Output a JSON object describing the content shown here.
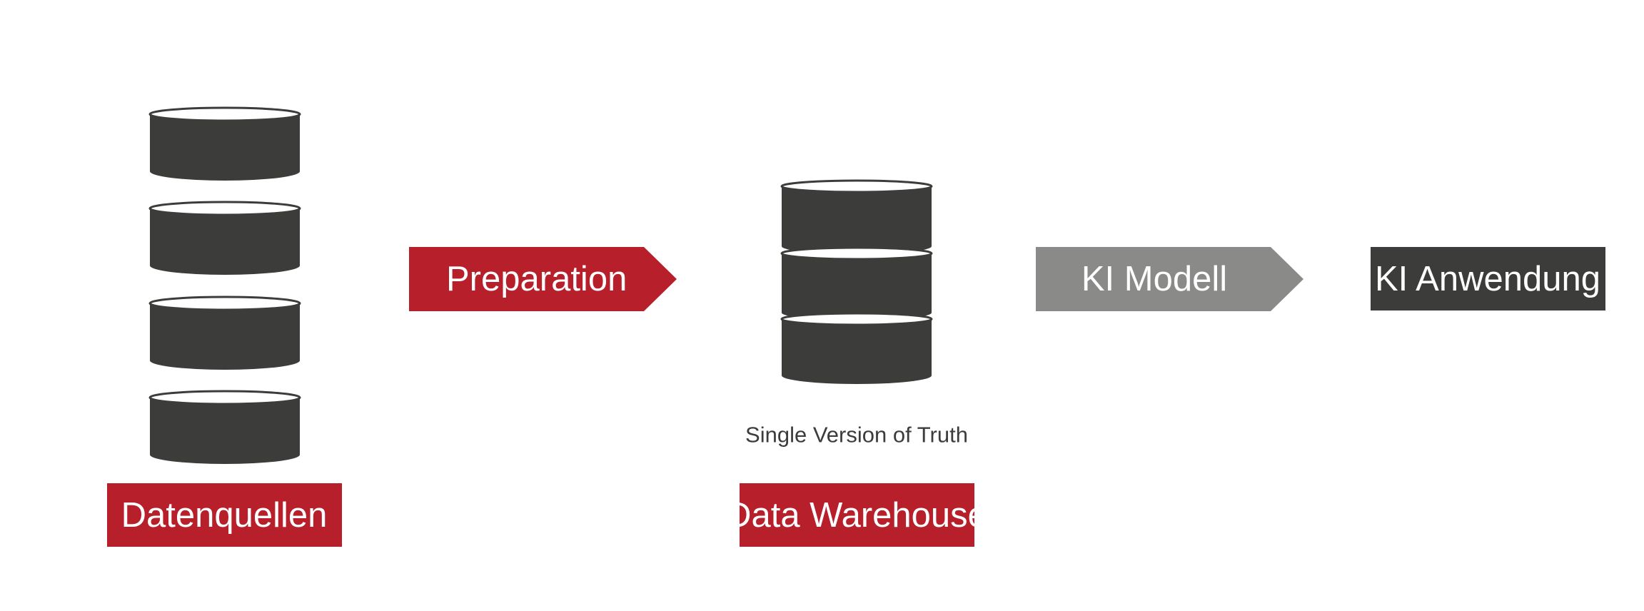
{
  "colors": {
    "red": "#b71f2b",
    "gray": "#8a8a89",
    "dark": "#3c3c3b",
    "text_light": "#ffffff"
  },
  "nodes": {
    "sources_label": "Datenquellen",
    "preparation_label": "Preparation",
    "warehouse_caption": "Single Version of Truth",
    "warehouse_label": "Data Warehouse",
    "model_label": "KI Modell",
    "application_label": "KI Anwendung"
  },
  "icons": {
    "sources": "database-stack-icon",
    "warehouse": "database-icon"
  }
}
